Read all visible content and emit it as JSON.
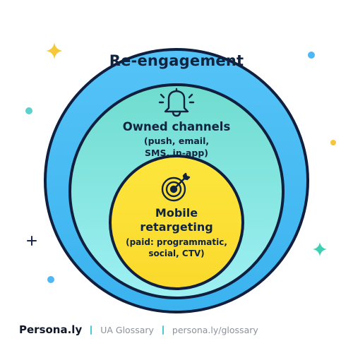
{
  "diagram": {
    "outer": {
      "title": "Re-engagement",
      "color": "#4ec0f5"
    },
    "middle": {
      "title": "Owned channels",
      "subtitle_lines": [
        "(push, email,",
        "SMS, in-app)"
      ],
      "icon": "bell-icon",
      "color": "#74e0e0"
    },
    "inner": {
      "title_lines": [
        "Mobile",
        "retargeting"
      ],
      "subtitle_lines": [
        "(paid: programmatic,",
        "social, CTV)"
      ],
      "icon": "target-icon",
      "color": "#fde035"
    }
  },
  "decorations": [
    "sparkle-icon",
    "dot-icon",
    "plus-icon"
  ],
  "footer": {
    "brand": "Persona.ly",
    "section": "UA Glossary",
    "link": "persona.ly/glossary",
    "accent_color": "#49cbd2"
  }
}
